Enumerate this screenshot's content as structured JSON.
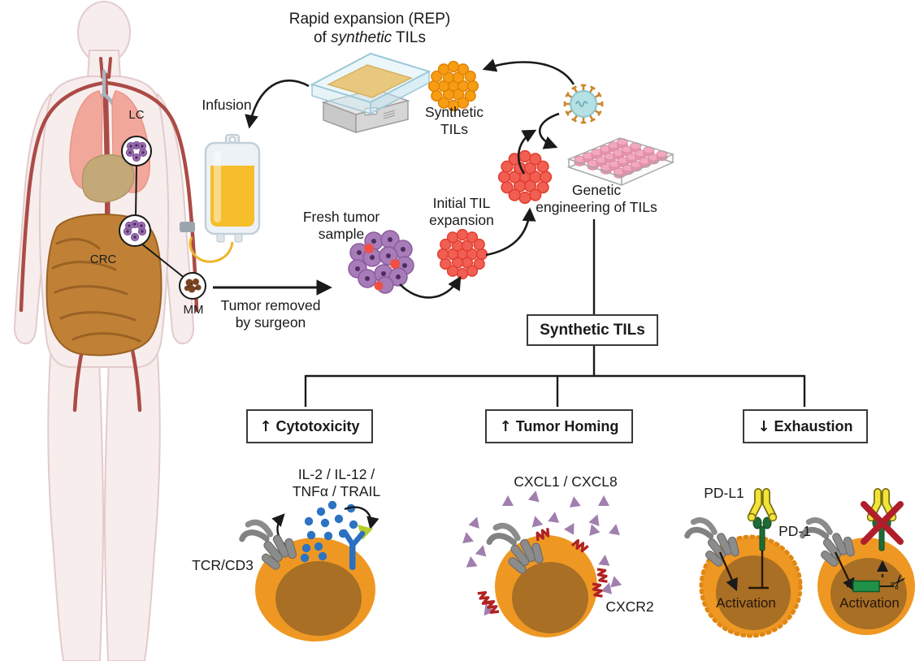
{
  "title": {
    "line1": "Rapid expansion (REP)",
    "line2_pre": "of",
    "line2_it": "synthetic",
    "line2_post": "TILs"
  },
  "labels": {
    "infusion": "Infusion",
    "synthetic_cluster_line1": "Synthetic",
    "synthetic_cluster_line2": "TILs",
    "fresh_tumor_line1": "Fresh tumor",
    "fresh_tumor_line2": "sample",
    "initial_til_line1": "Initial TIL",
    "initial_til_line2": "expansion",
    "genetic_line1": "Genetic",
    "genetic_line2": "engineering of TILs",
    "tumor_removed_line1": "Tumor removed",
    "tumor_removed_line2": "by surgeon",
    "lung_cancer": "LC",
    "colorectal_cancer": "CRC",
    "melanoma": "MM"
  },
  "flowchart": {
    "root_italic": "Synthetic",
    "root_rest": "TILs",
    "branches": [
      {
        "prefix": "↑",
        "label": "Cytotoxicity"
      },
      {
        "prefix": "↑",
        "label": "Tumor Homing"
      },
      {
        "prefix": "↓",
        "label": "Exhaustion"
      }
    ]
  },
  "panels": {
    "cytotoxicity": {
      "cytokines_line1": "IL-2 / IL-12 /",
      "cytokines_line2": "TNFα / TRAIL",
      "receptor_label": "TCR/CD3"
    },
    "homing": {
      "chemokine_label": "CXCL1 / CXCL8",
      "receptor_label": "CXCR2"
    },
    "exhaustion": {
      "ligand_label": "PD-L1",
      "receptor_label": "PD-1",
      "activation_left": "Activation",
      "activation_right": "Activation"
    }
  },
  "colors": {
    "cell_orange": "#EE9823",
    "nucleus_brown": "#A96F24",
    "til_red": "#F15F52",
    "til_orange": "#F79D13",
    "tumor_purple": "#A77CB8",
    "chemokine_purple": "#A07FAE",
    "cxcr2_red": "#B22222",
    "cytokine_blue": "#2C73C2",
    "pdl1_yellow": "#F2E339",
    "pd1_green": "#1E6B35",
    "cross_red": "#AF1E2A",
    "cassette_green": "#219148",
    "virus_teal": "#B5E0E4",
    "well_pink": "#F4A8BE",
    "iv_fluid_yellow": "#F6BE2A",
    "skin": "#F7EDED",
    "lung_pink": "#F2A79B",
    "liver_tan": "#C3A878",
    "intestine_brown": "#C08136",
    "vessel_red": "#AC4B46"
  }
}
